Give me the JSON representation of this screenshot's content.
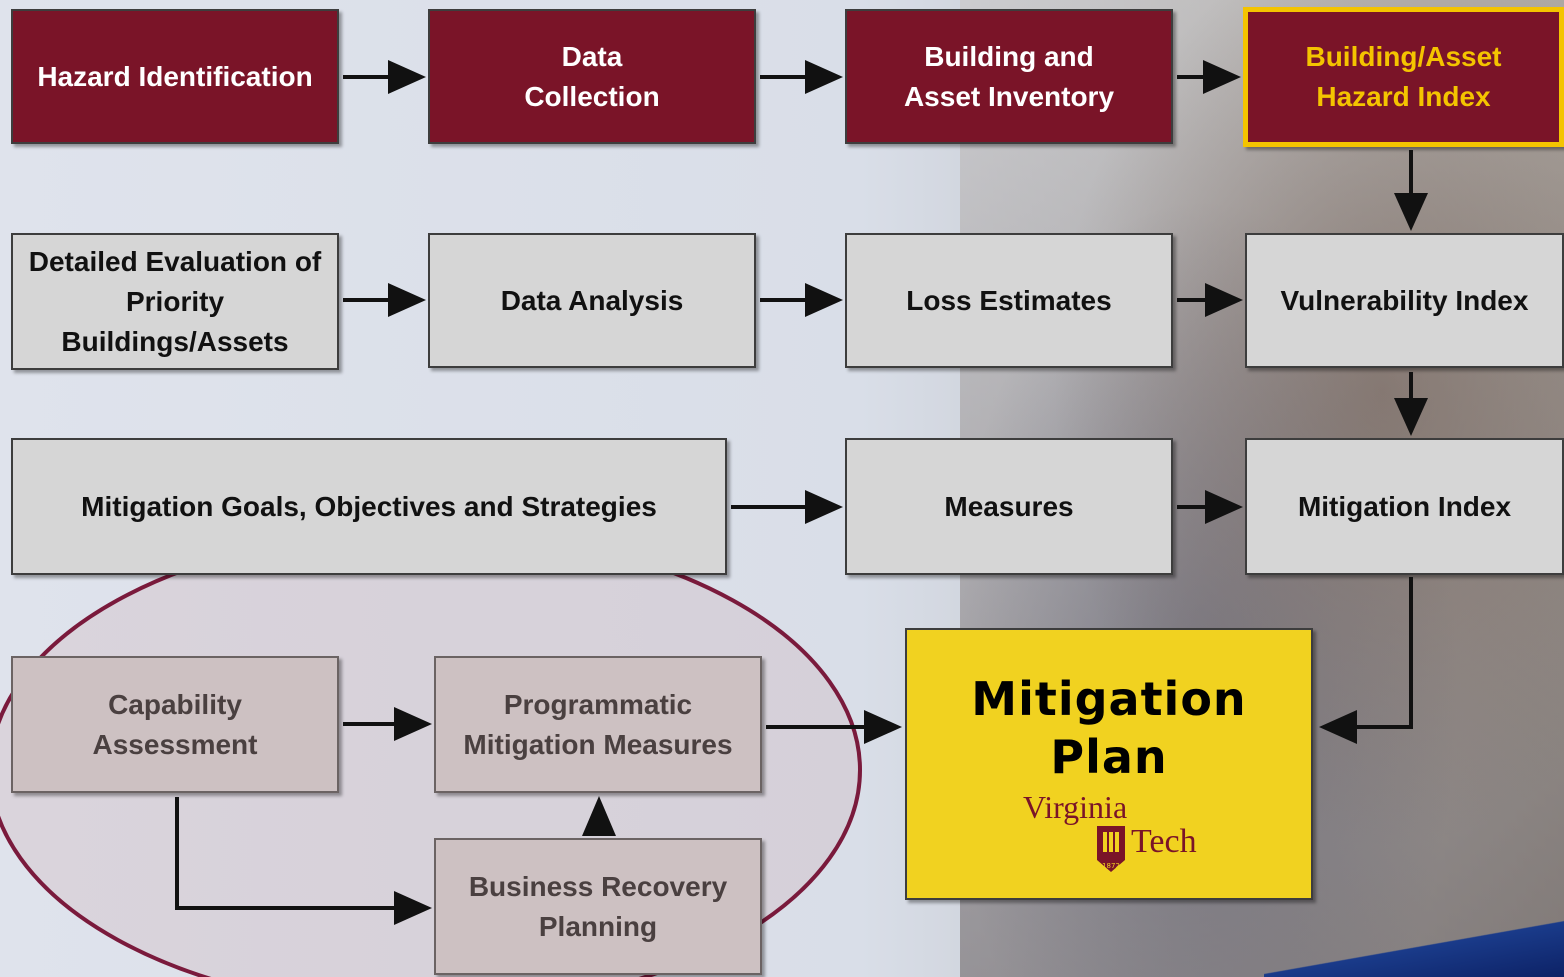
{
  "colors": {
    "maroon": "#7a1428",
    "gold": "#f4c400",
    "gray_box": "#d6d6d6",
    "plan_yellow": "#f1d220",
    "ellipse_outline": "#7a1a3c"
  },
  "row1": {
    "hazard_identification": "Hazard Identification",
    "data_collection": "Data\nCollection",
    "building_asset_inventory": "Building and\nAsset Inventory",
    "building_asset_hazard_index": "Building/Asset\nHazard Index"
  },
  "row2": {
    "detailed_evaluation": "Detailed Evaluation of\nPriority\nBuildings/Assets",
    "data_analysis": "Data Analysis",
    "loss_estimates": "Loss Estimates",
    "vulnerability_index": "Vulnerability Index"
  },
  "row3": {
    "mitigation_goals": "Mitigation Goals, Objectives and Strategies",
    "measures": "Measures",
    "mitigation_index": "Mitigation Index"
  },
  "row4": {
    "capability_assessment": "Capability\nAssessment",
    "programmatic_measures": "Programmatic\nMitigation Measures",
    "business_recovery": "Business Recovery\nPlanning"
  },
  "plan": {
    "title": "Mitigation\nPlan",
    "logo_word_1": "Virginia",
    "logo_word_2": "Tech",
    "logo_year": "1872"
  },
  "icons": {
    "arrow": "arrow-icon",
    "logo": "virginia-tech-logo"
  }
}
